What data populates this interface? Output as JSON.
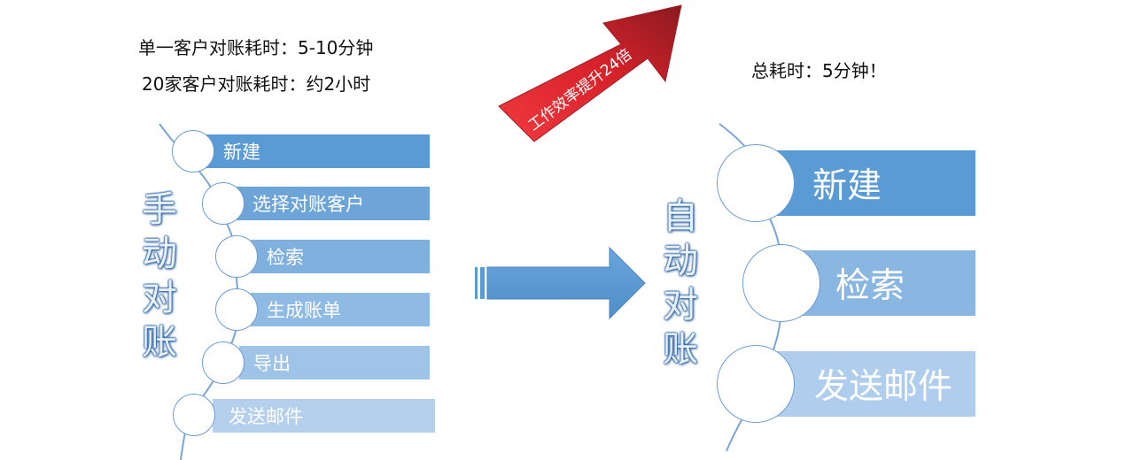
{
  "manual": {
    "time_single": "单一客户对账耗时：5-10分钟",
    "time_batch": "20家客户对账耗时：约2小时",
    "title_chars": [
      "手",
      "动",
      "对",
      "账"
    ],
    "steps": [
      {
        "label": "新建"
      },
      {
        "label": "选择对账客户"
      },
      {
        "label": "检索"
      },
      {
        "label": "生成账单"
      },
      {
        "label": "导出"
      },
      {
        "label": "发送邮件"
      }
    ]
  },
  "efficiency_banner": "工作效率提升24倍",
  "auto": {
    "time_total": "总耗时：5分钟！",
    "title_chars": [
      "自",
      "动",
      "对",
      "账"
    ],
    "steps": [
      {
        "label": "新建"
      },
      {
        "label": "检索"
      },
      {
        "label": "发送邮件"
      }
    ]
  },
  "colors": {
    "bar_dark": "#5b9bd5",
    "bar_light": "#b4d0ed",
    "arrow_blue": "#5b9bd5",
    "banner_red": "#e0212a",
    "banner_dark": "#8e1b22"
  }
}
